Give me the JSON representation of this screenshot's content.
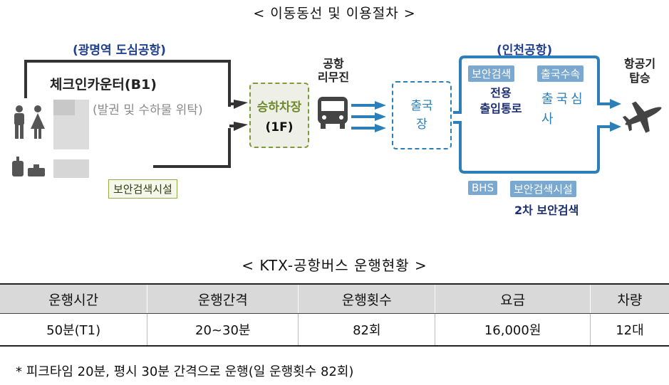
{
  "title": "< 이동동선 및 이용절차 >",
  "diagram": {
    "left_header": "(광명역 도심공항)",
    "checkin": "체크인카운터(B1)",
    "checkin_sub": "(발권 및 수하물 위탁)",
    "security_facility": "보안검색시설",
    "boarding_zone_line1": "승하차장",
    "boarding_zone_line2": "(1F)",
    "limousine": "공항\n리무진",
    "departure_gate_line1": "출국",
    "departure_gate_line2": "장",
    "right_header": "(인천공항)",
    "tag_security": "보안검색",
    "exclusive_lane": "전용\n출입통로",
    "tag_departure": "출국수속",
    "departure_exam": "출국심\n사",
    "tag_bhs": "BHS",
    "tag_security_facility": "보안검색시설",
    "second_security": "2차 보안검색",
    "board_plane": "항공기\n탑승",
    "colors": {
      "navy": "#1f3f8f",
      "blue": "#2c7fb8",
      "green": "#7f9a3a",
      "dark": "#333333"
    }
  },
  "table_title": "< KTX-공항버스 운행현황 >",
  "table": {
    "headers": [
      "운행시간",
      "운행간격",
      "운행횟수",
      "요금",
      "차량"
    ],
    "row": [
      "50분(T1)",
      "20~30분",
      "82회",
      "16,000원",
      "12대"
    ]
  },
  "note": "* 피크타임 20분, 평시 30분 간격으로 운행(일 운행횟수 82회)"
}
